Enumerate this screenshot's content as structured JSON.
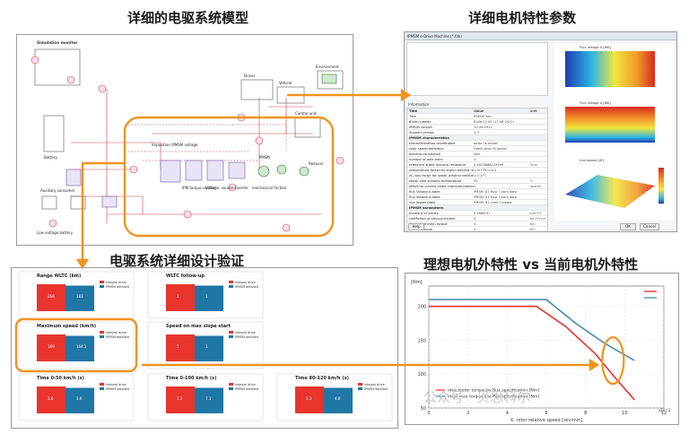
{
  "titles": {
    "top_left": "详细的电驱系统模型",
    "top_right": "详细电机特性参数",
    "bottom_left": "电驱系统详细设计验证",
    "bottom_right": "理想电机外特性 vs 当前电机外特性"
  },
  "schematic": {
    "header": "Simulation monitor",
    "labels": {
      "driver": "Driver",
      "vehicle": "Vehicle",
      "environment": "Environment",
      "control_unit": "Control\nunit",
      "battery": "Battery",
      "auxiliary": "Auxiliary\nconsumer",
      "low_voltage": "Low voltage\nbattery",
      "pmsm": "PMSM",
      "reducer": "Reducer",
      "mech_friction": "mechanical\nfriction",
      "torque_control": "IPM\ntorque\ncontrol",
      "voltage_inverter": "Voltage-\nsource\ninverter",
      "imposition": "Imposition\nIPMSM voltage"
    }
  },
  "param_window": {
    "title": "IPMSM e-Drive Machine (*.fdk)",
    "info_label": "Information",
    "col_headers": [
      "Title",
      "Value",
      "Unit"
    ],
    "rows": [
      {
        "k": "Title",
        "v": "IPMSM_aut",
        "u": "",
        "sec": false
      },
      {
        "k": "Build number",
        "v": "Build 11.00 (17.06.2022)",
        "u": "",
        "sec": false
      },
      {
        "k": "IPMSM version",
        "v": "10.99.0912",
        "u": "",
        "sec": false
      },
      {
        "k": "Support version",
        "v": "1.3",
        "u": "",
        "sec": false
      },
      {
        "k": "IPMSM characteristics",
        "v": "",
        "u": "",
        "sec": true
      },
      {
        "k": "characterization coordinates",
        "v": "polar (Is,angle)",
        "u": "",
        "sec": false
      },
      {
        "k": "rotor speed definition",
        "v": "Fixed rotor-(Is,angle)",
        "u": "",
        "sec": false
      },
      {
        "k": "winding connection",
        "v": "star",
        "u": "",
        "sec": false
      },
      {
        "k": "number of pole pairs",
        "v": "4",
        "u": "",
        "sec": false
      },
      {
        "k": "reference stator winding resistance",
        "v": "0.0053668229999",
        "u": "Ohm",
        "sec": false
      },
      {
        "k": "temperature factor for stator winding resistance",
        "v": "1.0(77%)=0.0",
        "u": "",
        "sec": false
      },
      {
        "k": "AC-loss factor for stator winding resistance",
        "v": "1.0 1/°C",
        "u": "",
        "sec": false
      },
      {
        "k": "stator core winding temperature",
        "v": "20",
        "u": "°C",
        "sec": false
      },
      {
        "k": "offset for current angle characterization",
        "v": "0",
        "u": "degree",
        "sec": false
      },
      {
        "k": "flux linkage d-table",
        "v": "PMSM_D1.flux[ ].para.data",
        "u": "",
        "sec": false
      },
      {
        "k": "flux linkage q-table",
        "v": "PMSM_D1.flux[ ].para.data",
        "u": "",
        "sec": false
      },
      {
        "k": "iron losses table",
        "v": "PMSM_D1_iron[ ].losses",
        "u": "",
        "sec": false
      },
      {
        "k": "IPMSM parameters",
        "v": "",
        "u": "",
        "sec": true
      },
      {
        "k": "moment of inertia",
        "v": "0.0066(5)",
        "u": "kgm**2",
        "sec": false
      },
      {
        "k": "coefficient of viscous friction",
        "v": "0",
        "u": "Nm/(rev/min)",
        "sec": false
      },
      {
        "k": "Coulomb friction torque",
        "v": "0",
        "u": "Nm",
        "sec": false
      },
      {
        "k": "stiction torque",
        "v": "0",
        "u": "Nm",
        "sec": false
      }
    ],
    "buttons": [
      "Help",
      "OK",
      "Cancel"
    ],
    "plots": [
      "Flux linkage d [Wb]",
      "Flux linkage q [Wb]",
      "Iron losses [W]"
    ]
  },
  "bars": {
    "legend": [
      "integral drive",
      "IPMSM detailed"
    ],
    "colors": {
      "red": "#e8342c",
      "blue": "#1f77a6"
    },
    "charts": [
      {
        "title": "Range WLTC (km)",
        "vals": [
          "268",
          "183"
        ],
        "highlight": false
      },
      {
        "title": "WLTC follow-up",
        "vals": [
          "1",
          "1"
        ],
        "highlight": false
      },
      {
        "title": "Maximum speed (km/h)",
        "vals": [
          "169",
          "164.1"
        ],
        "highlight": true
      },
      {
        "title": "Speed on max slope start",
        "vals": [
          "1",
          "1"
        ],
        "highlight": false
      },
      {
        "title": "Time 0-50 km/h (s)",
        "vals": [
          "3.6",
          "3.6"
        ],
        "highlight": false
      },
      {
        "title": "Time 0-100 km/h (s)",
        "vals": [
          "7.1",
          "7.1"
        ],
        "highlight": false
      },
      {
        "title": "Time 80-120 km/h (s)",
        "vals": [
          "5.3",
          "4.8"
        ],
        "highlight": false
      }
    ]
  },
  "chart_data": {
    "type": "line",
    "xlabel": "X: rotor relative speed [rev/min]",
    "ylabel": "[Nm]",
    "x_multiplier": "x10^3",
    "xlim": [
      0,
      12
    ],
    "ylim": [
      50,
      230
    ],
    "x_ticks": [
      0,
      2,
      4,
      6,
      8,
      10,
      12
    ],
    "y_ticks": [
      50,
      100,
      150,
      200
    ],
    "series": [
      {
        "name": "idea motor torque by flux specification [Nm]",
        "color": "#e8342c",
        "x": [
          0,
          5.5,
          7,
          8.5,
          9.5,
          10.5
        ],
        "y": [
          200,
          200,
          170,
          130,
          95,
          62
        ]
      },
      {
        "name": "ideal max torque line flux specification [Nm]",
        "color": "#4b8ea8",
        "x": [
          0,
          6,
          7.5,
          9,
          10.5
        ],
        "y": [
          210,
          210,
          175,
          145,
          120
        ]
      }
    ]
  },
  "watermark": "公众号 · 贝思科尔"
}
